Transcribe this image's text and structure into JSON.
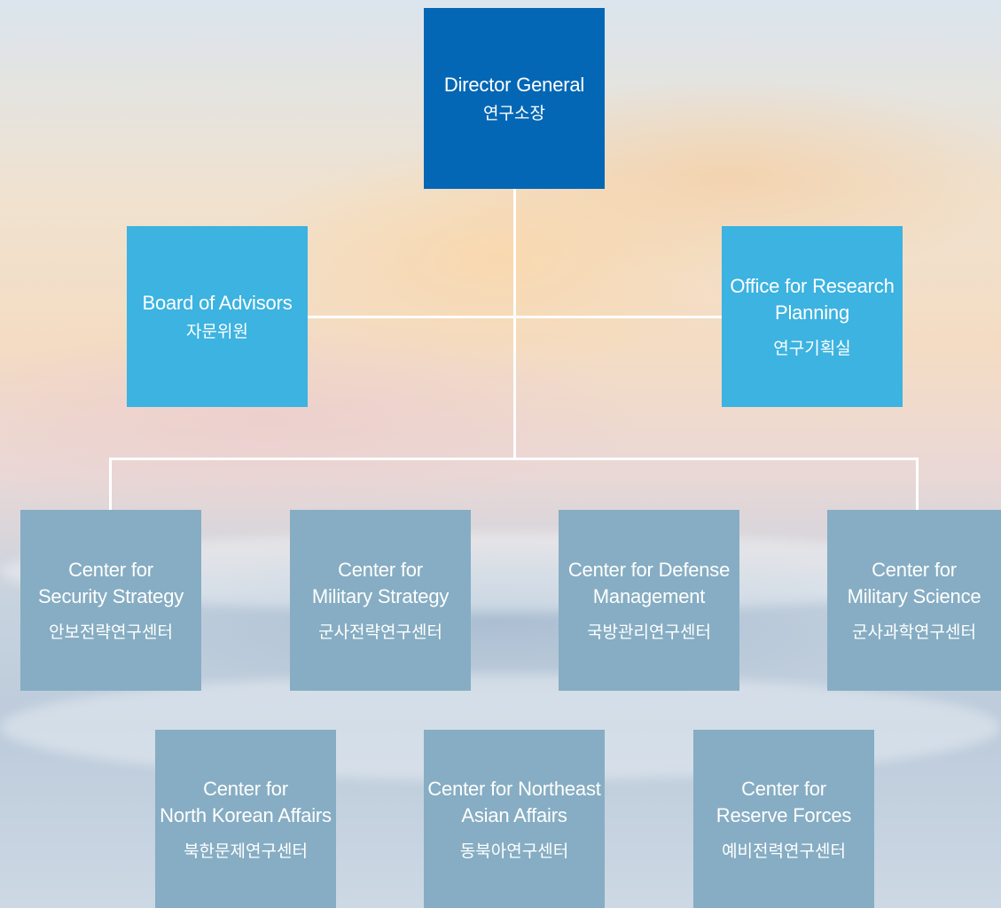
{
  "director": {
    "en": "Director General",
    "ko": "연구소장"
  },
  "advisors": {
    "en": "Board of Advisors",
    "ko": "자문위원"
  },
  "research_planning": {
    "en": "Office for Research\nPlanning",
    "ko": "연구기획실"
  },
  "centers_row1": [
    {
      "en": "Center for\nSecurity Strategy",
      "ko": "안보전략연구센터"
    },
    {
      "en": "Center for\nMilitary Strategy",
      "ko": "군사전략연구센터"
    },
    {
      "en": "Center for Defense\nManagement",
      "ko": "국방관리연구센터"
    },
    {
      "en": "Center for\nMilitary Science",
      "ko": "군사과학연구센터"
    }
  ],
  "centers_row2": [
    {
      "en": "Center for\nNorth Korean Affairs",
      "ko": "북한문제연구센터"
    },
    {
      "en": "Center for Northeast\nAsian Affairs",
      "ko": "동북아연구센터"
    },
    {
      "en": "Center for\nReserve Forces",
      "ko": "예비전력연구센터"
    }
  ],
  "colors": {
    "director": "#0467b5",
    "staff": "#3cb3e0",
    "center": "#86adc3",
    "connector": "#ffffff"
  }
}
